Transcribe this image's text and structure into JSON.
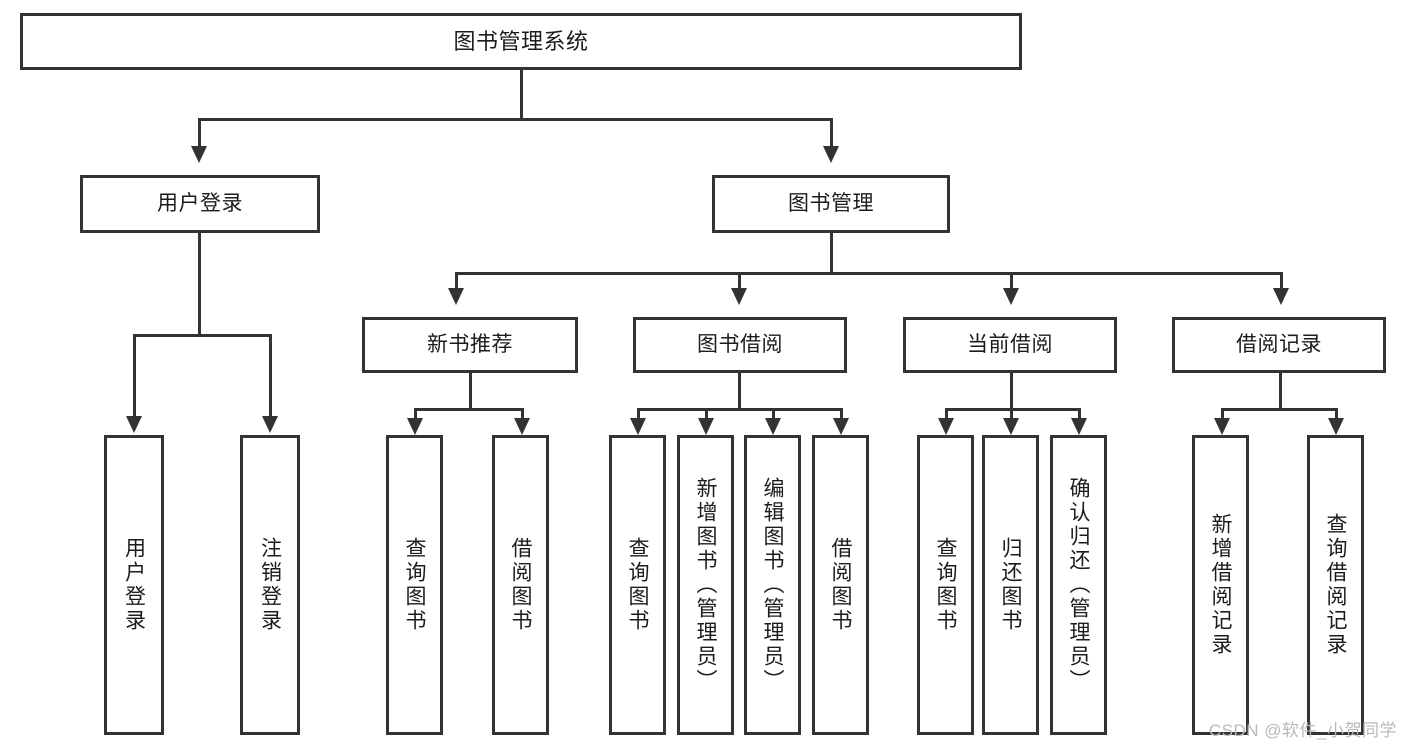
{
  "diagram": {
    "title": "图书管理系统",
    "type": "tree",
    "colors": {
      "box_border": "#333333",
      "box_fill": "#ffffff",
      "connector": "#333333",
      "text": "#1c1c1c",
      "watermark": "#b9b9b9",
      "background": "#ffffff"
    }
  },
  "root": {
    "label": "图书管理系统"
  },
  "level1": [
    {
      "label": "用户登录"
    },
    {
      "label": "图书管理"
    }
  ],
  "level2": [
    {
      "label": "新书推荐"
    },
    {
      "label": "图书借阅"
    },
    {
      "label": "当前借阅"
    },
    {
      "label": "借阅记录"
    }
  ],
  "leaves": {
    "user_login": [
      {
        "label": "用户登录"
      },
      {
        "label": "注销登录"
      }
    ],
    "new_book_recommend": [
      {
        "label": "查询图书"
      },
      {
        "label": "借阅图书"
      }
    ],
    "book_borrow": [
      {
        "label": "查询图书"
      },
      {
        "label": "新增图书（管理员）"
      },
      {
        "label": "编辑图书（管理员）"
      },
      {
        "label": "借阅图书"
      }
    ],
    "current_borrow": [
      {
        "label": "查询图书"
      },
      {
        "label": "归还图书"
      },
      {
        "label": "确认归还（管理员）"
      }
    ],
    "borrow_record": [
      {
        "label": "新增借阅记录"
      },
      {
        "label": "查询借阅记录"
      }
    ]
  },
  "watermark": {
    "text": "CSDN @软件_小贺同学"
  }
}
